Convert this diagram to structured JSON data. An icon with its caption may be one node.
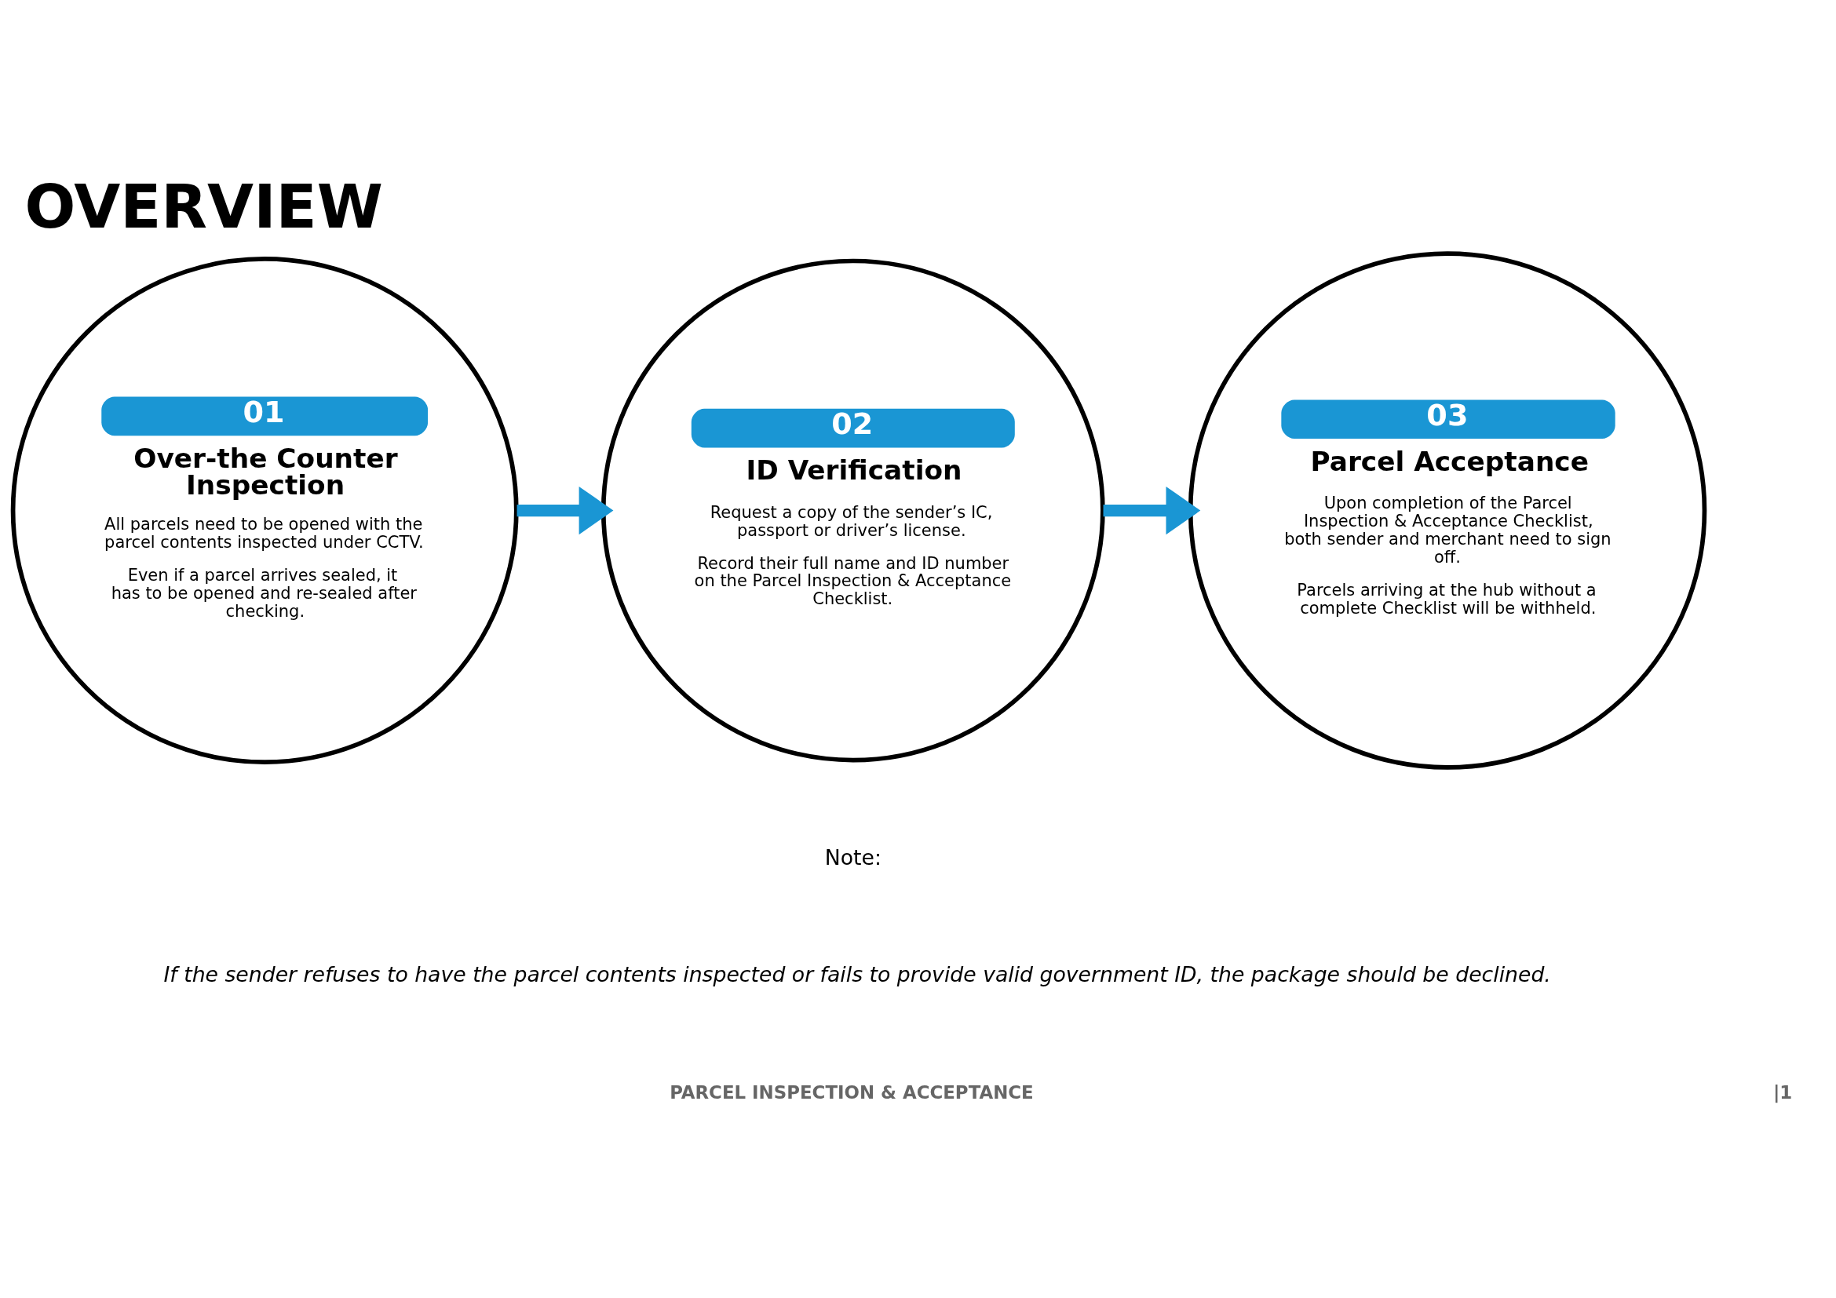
{
  "diagram": {
    "title": "OVERVIEW",
    "nodes": [
      {
        "text": [
          "01",
          "Over-the Counter Inspection",
          "All parcels need to be opened with the parcel contents inspected under CCTV.",
          "Even if a parcel arrives sealed, it has to be opened and re-sealed after checking."
        ]
      },
      {
        "text": [
          "02",
          "ID Verification",
          "Request a copy of the sender’s IC, passport or driver’s license.",
          "Record their full name and ID number on the Parcel Inspection & Acceptance Checklist."
        ]
      },
      {
        "text": [
          "03",
          "Parcel Acceptance",
          "Upon completion of the Parcel Inspection & Acceptance Checklist, both sender and merchant need to sign off.",
          "Parcels arriving at the hub without a complete Checklist will be withheld."
        ]
      }
    ],
    "edges": [
      {
        "from": 0,
        "to": 1,
        "arrow": "to"
      },
      {
        "from": 1,
        "to": 2,
        "arrow": "to"
      }
    ],
    "labels": [
      "Note:",
      "If the sender refuses to have the parcel contents inspected or fails to provide valid government ID, the package should be declined.",
      "PARCEL INSPECTION & ACCEPTANCE",
      "|1"
    ]
  }
}
